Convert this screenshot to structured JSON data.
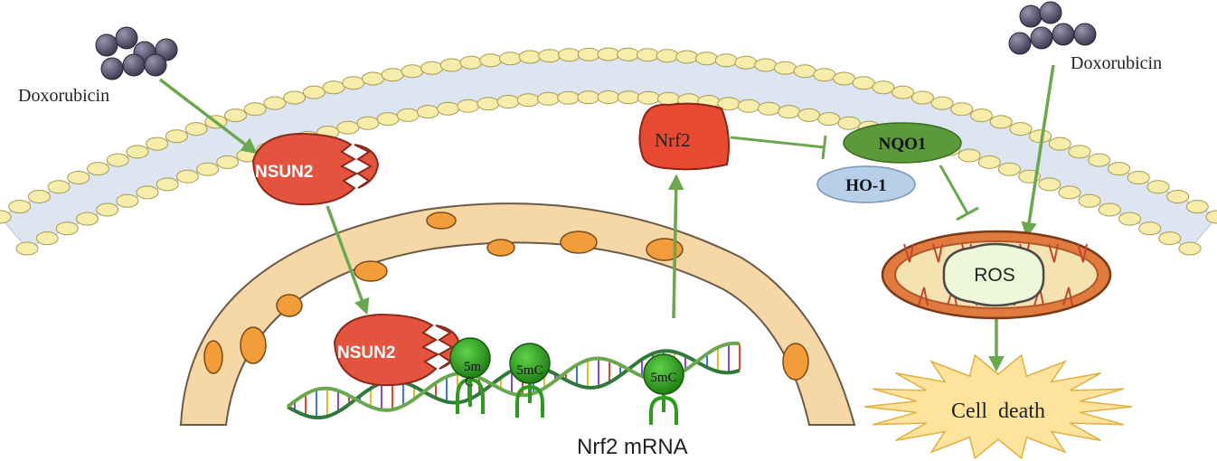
{
  "labels": {
    "doxorubicin_left": "Doxorubicin",
    "doxorubicin_right": "Doxorubicin",
    "nsun2_top": "NSUN2",
    "nsun2_bottom": "NSUN2",
    "nrf2": "Nrf2",
    "nqo1": "NQO1",
    "ho1": "HO-1",
    "ros": "ROS",
    "cell_death": "Cell  death",
    "mrna": "Nrf2 mRNA",
    "m5c_1": "5m",
    "m5c_1b": "C",
    "m5c_2": "5mC",
    "m5c_3": "5mC"
  },
  "colors": {
    "arrow": "#6aa84f",
    "inhibit": "#6aa84f",
    "membrane_head": "#f6edaa",
    "membrane_head_stroke": "#a79a55",
    "membrane_tail": "#dde5f0",
    "nucleus": "#f6d8a6",
    "nucleus_stroke": "#6b5a47",
    "pore": "#f29c3a",
    "nsun2": "#e4533d",
    "nrf2": "#e74a30",
    "nqo1": "#5a9a3a",
    "ho1": "#b8cfe8",
    "mito_outer": "#e07a3e",
    "mito_inner": "#f4e3b0",
    "ros_fill": "#eef7d8",
    "cell_death": "#fde39b",
    "m5c": "#2e9a1e",
    "doxorubicin": "#5c5670"
  }
}
